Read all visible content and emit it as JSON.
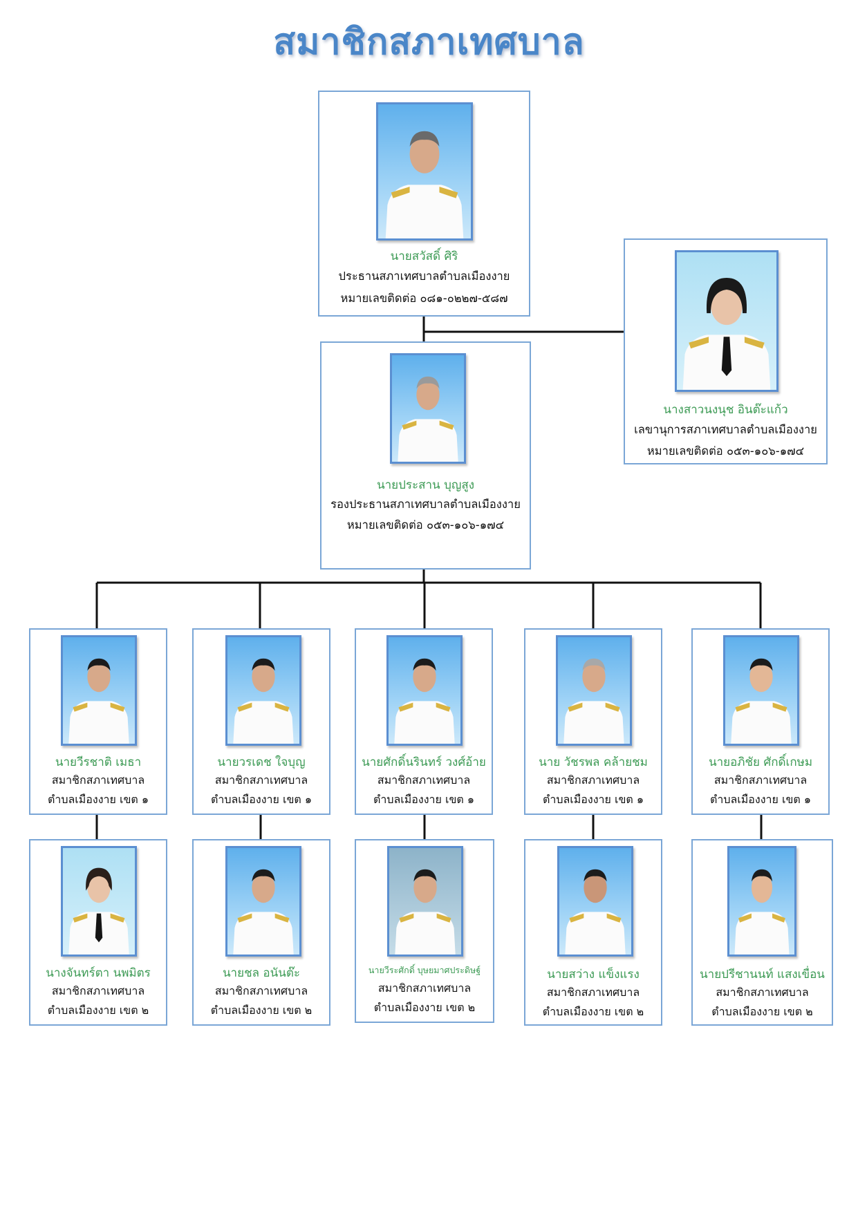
{
  "title": "สมาชิกสภาเทศบาล",
  "president": {
    "name": "นายสวัสดิ์ ศิริ",
    "role": "ประธานสภาเทศบาลตำบลเมืองงาย",
    "phone": "หมายเลขติดต่อ ๐๘๑-๐๒๒๗-๕๘๗"
  },
  "secretary": {
    "name": "นางสาวนงนุช  อินต๊ะแก้ว",
    "role": "เลขานุการสภาเทศบาลตำบลเมืองงาย",
    "phone": "หมายเลขติดต่อ ๐๕๓-๑๐๖-๑๗๔"
  },
  "vice": {
    "name": "นายประสาน บุญสูง",
    "role": "รองประธานสภาเทศบาลตำบลเมืองงาย",
    "phone": "หมายเลขติดต่อ ๐๕๓-๑๐๖-๑๗๔"
  },
  "zone1": [
    {
      "name": "นายวีรชาติ  เมธา",
      "role": "สมาชิกสภาเทศบาล",
      "zone": "ตำบลเมืองงาย เขต ๑"
    },
    {
      "name": "นายวรเดช ใจบุญ",
      "role": "สมาชิกสภาเทศบาล",
      "zone": "ตำบลเมืองงาย เขต ๑"
    },
    {
      "name": "นายศักดิ์นรินทร์  วงศ์อ้าย",
      "role": "สมาชิกสภาเทศบาล",
      "zone": "ตำบลเมืองงาย เขต ๑"
    },
    {
      "name": "นาย วัชรพล คล้ายชม",
      "role": "สมาชิกสภาเทศบาล",
      "zone": "ตำบลเมืองงาย เขต ๑"
    },
    {
      "name": "นายอภิชัย  ศักดิ์เกษม",
      "role": "สมาชิกสภาเทศบาล",
      "zone": "ตำบลเมืองงาย เขต ๑"
    }
  ],
  "zone2": [
    {
      "name": "นางจันทร์ตา นพมิตร",
      "role": "สมาชิกสภาเทศบาล",
      "zone": "ตำบลเมืองงาย เขต ๒"
    },
    {
      "name": "นายชล  อนันต๊ะ",
      "role": "สมาชิกสภาเทศบาล",
      "zone": "ตำบลเมืองงาย เขต ๒"
    },
    {
      "name": "นายวีระศักดิ์ บุษยมาศประดิษฐ์",
      "role": "สมาชิกสภาเทศบาล",
      "zone": "ตำบลเมืองงาย เขต ๒"
    },
    {
      "name": "นายสว่าง แข็งแรง",
      "role": "สมาชิกสภาเทศบาล",
      "zone": "ตำบลเมืองงาย เขต ๒"
    },
    {
      "name": "นายปรีชานนท์  แสงเขื่อน",
      "role": "สมาชิกสภาเทศบาล",
      "zone": "ตำบลเมืองงาย เขต ๒"
    }
  ],
  "colors": {
    "title": "#4a86c8",
    "name": "#3c9a54",
    "border": "#7aa6d6"
  }
}
